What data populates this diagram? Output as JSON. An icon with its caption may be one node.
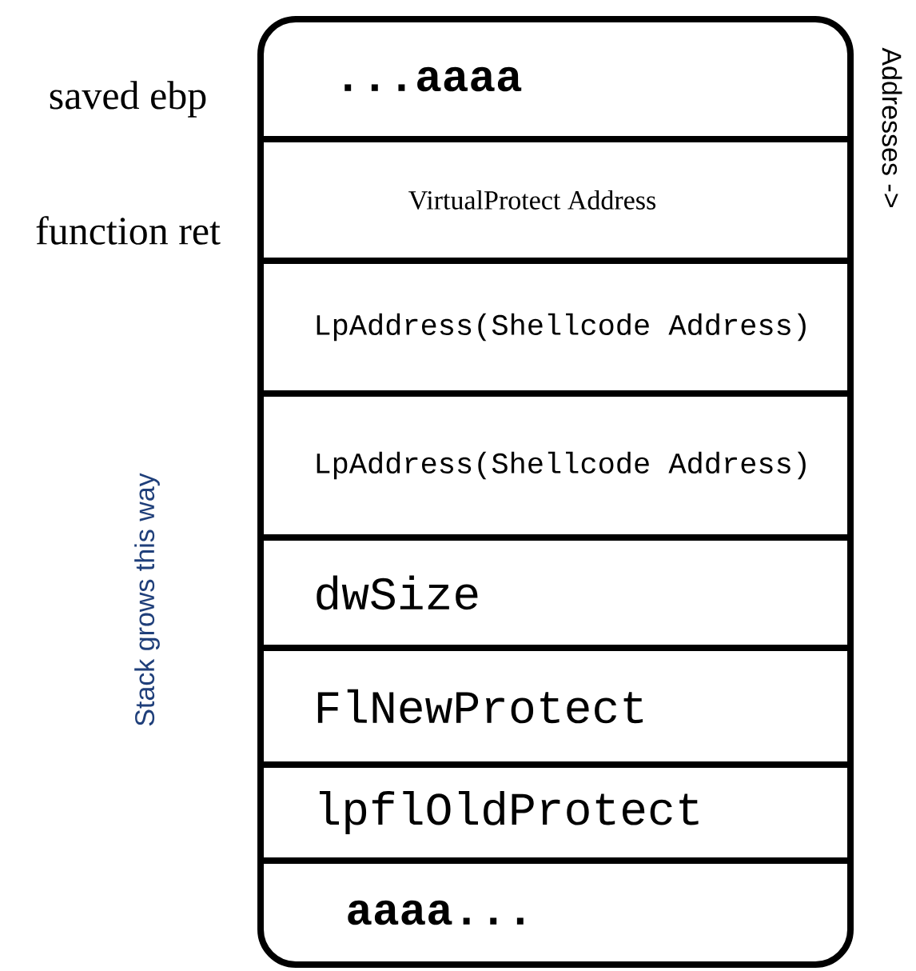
{
  "diagram": {
    "nodes": [
      {
        "text": [],
        "shape": "box"
      },
      {
        "text": [
          "...aaaa"
        ],
        "in": 0
      },
      {
        "text": [
          "VirtualProtect Address"
        ],
        "in": 0
      },
      {
        "text": [
          "LpAddress(Shellcode Address)"
        ],
        "in": 0
      },
      {
        "text": [
          "LpAddress(Shellcode Address)"
        ],
        "in": 0
      },
      {
        "text": [
          "dwSize"
        ],
        "in": 0
      },
      {
        "text": [
          "FlNewProtect"
        ],
        "in": 0
      },
      {
        "text": [
          "lpflOldProtect"
        ],
        "in": 0
      },
      {
        "text": [
          "aaaa..."
        ],
        "in": 0
      }
    ],
    "labels": [
      "saved ebp",
      "function ret",
      "Stack grows this way",
      "Addresses ->"
    ]
  }
}
